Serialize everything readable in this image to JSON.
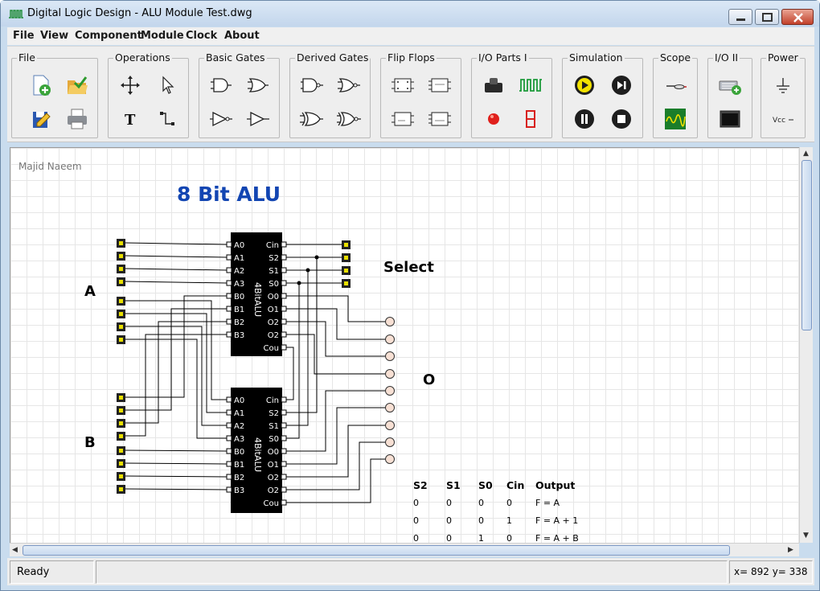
{
  "window": {
    "title": "Digital Logic Design - ALU Module Test.dwg"
  },
  "menu": [
    "File",
    "View",
    "Component",
    "Module",
    "Clock",
    "About"
  ],
  "toolbar": {
    "groups": [
      {
        "label": "File",
        "tools": [
          "new-file-icon",
          "open-file-icon",
          "save-file-icon",
          "print-icon"
        ]
      },
      {
        "label": "Operations",
        "tools": [
          "move-icon",
          "pointer-icon",
          "text-tool-icon",
          "wire-tool-icon"
        ]
      },
      {
        "label": "Basic Gates",
        "tools": [
          "and-gate-icon",
          "or-gate-icon",
          "not-gate-icon",
          "buffer-gate-icon"
        ]
      },
      {
        "label": "Derived Gates",
        "tools": [
          "nand-gate-icon",
          "nor-gate-icon",
          "xor-gate-icon",
          "xnor-gate-icon"
        ]
      },
      {
        "label": "Flip Flops",
        "tools": [
          "sr-flipflop-icon",
          "jk-flipflop-icon",
          "d-flipflop-icon",
          "t-flipflop-icon"
        ]
      },
      {
        "label": "I/O Parts I",
        "tools": [
          "push-button-icon",
          "clock-source-icon",
          "led-icon",
          "seven-segment-icon"
        ]
      },
      {
        "label": "Simulation",
        "tools": [
          "play-icon",
          "step-icon",
          "pause-icon",
          "stop-icon"
        ]
      },
      {
        "label": "Scope",
        "tools": [
          "probe-icon",
          "oscilloscope-icon"
        ]
      },
      {
        "label": "I/O II",
        "tools": [
          "keyboard-icon",
          "terminal-icon"
        ]
      },
      {
        "label": "Power",
        "tools": [
          "ground-icon",
          "vcc-icon"
        ]
      }
    ],
    "vcc_label": "Vcc"
  },
  "canvas": {
    "author": "Majid Naeem",
    "title": "8 Bit ALU",
    "label_a": "A",
    "label_b": "B",
    "label_select": "Select",
    "label_output": "O",
    "chip_name": "4BitALU",
    "left_pins": [
      "A0",
      "A1",
      "A2",
      "A3",
      "B0",
      "B1",
      "B2",
      "B3"
    ],
    "right_pins": [
      "Cin",
      "S2",
      "S1",
      "S0",
      "O0",
      "O1",
      "O2",
      "O2",
      "Cou"
    ],
    "truth_table": {
      "headers": [
        "S2",
        "S1",
        "S0",
        "Cin",
        "Output"
      ],
      "rows": [
        [
          "0",
          "0",
          "0",
          "0",
          "F = A"
        ],
        [
          "0",
          "0",
          "0",
          "1",
          "F = A + 1"
        ],
        [
          "0",
          "0",
          "1",
          "0",
          "F = A + B"
        ]
      ]
    }
  },
  "status": {
    "message": "Ready",
    "coords": "x= 892  y= 338"
  },
  "colors": {
    "title_blue": "#1245b2",
    "chip": "#000000",
    "input_pin": "#e8e000",
    "output_pin": "#f7e0d4"
  }
}
